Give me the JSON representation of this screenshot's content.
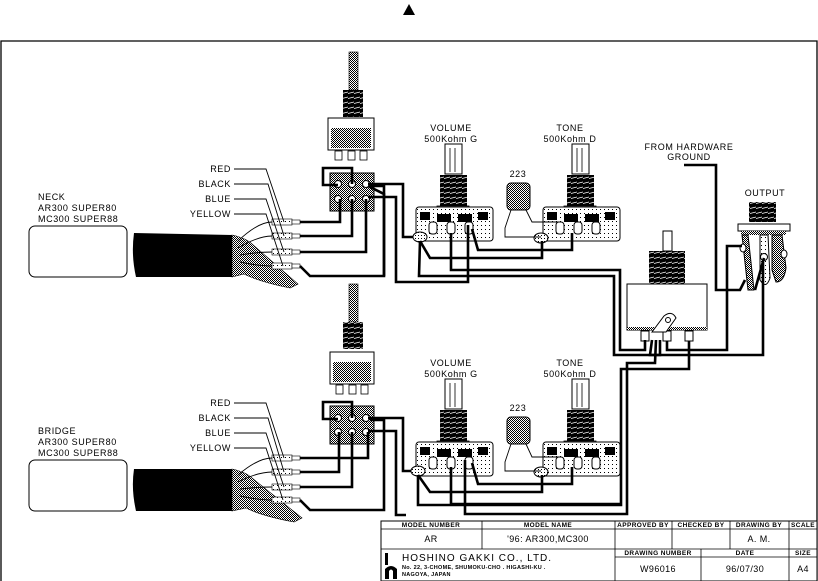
{
  "drawing": {
    "north_marker": "up-arrow",
    "pickups": [
      {
        "position": "NECK",
        "models": [
          "AR300 SUPER80",
          "MC300 SUPER88"
        ],
        "wires": [
          "RED",
          "BLACK",
          "BLUE",
          "YELLOW"
        ]
      },
      {
        "position": "BRIDGE",
        "models": [
          "AR300 SUPER80",
          "MC300 SUPER88"
        ],
        "wires": [
          "RED",
          "BLACK",
          "BLUE",
          "YELLOW"
        ]
      }
    ],
    "controls": [
      {
        "name": "VOLUME",
        "value": "500Kohm G"
      },
      {
        "name": "TONE",
        "value": "500Kohm D"
      },
      {
        "name": "VOLUME",
        "value": "500Kohm G"
      },
      {
        "name": "TONE",
        "value": "500Kohm D"
      }
    ],
    "capacitor_labels": [
      "223",
      "223"
    ],
    "hardware_ground_label": [
      "FROM HARDWARE",
      "GROUND"
    ],
    "output_label": "OUTPUT"
  },
  "title_block": {
    "headers": {
      "model_number": "MODEL NUMBER",
      "model_name": "MODEL NAME",
      "approved_by": "APPROVED BY",
      "checked_by": "CHECKED BY",
      "drawing_by": "DRAWING BY",
      "scale": "SCALE",
      "drawing_number": "DRAWING NUMBER",
      "date": "DATE",
      "size": "SIZE"
    },
    "values": {
      "model_number": "AR",
      "model_name": "'96: AR300,MC300",
      "approved_by": "",
      "checked_by": "",
      "drawing_by": "A. M.",
      "scale": "",
      "drawing_number": "W96016",
      "date": "96/07/30",
      "size": "A4"
    },
    "company": {
      "name": "HOSHINO GAKKI CO., LTD.",
      "address_line1": "No. 22, 3-CHOME, SHUMOKU-CHO . HIGASHI-KU .",
      "address_line2": "NAGOYA, JAPAN"
    }
  }
}
